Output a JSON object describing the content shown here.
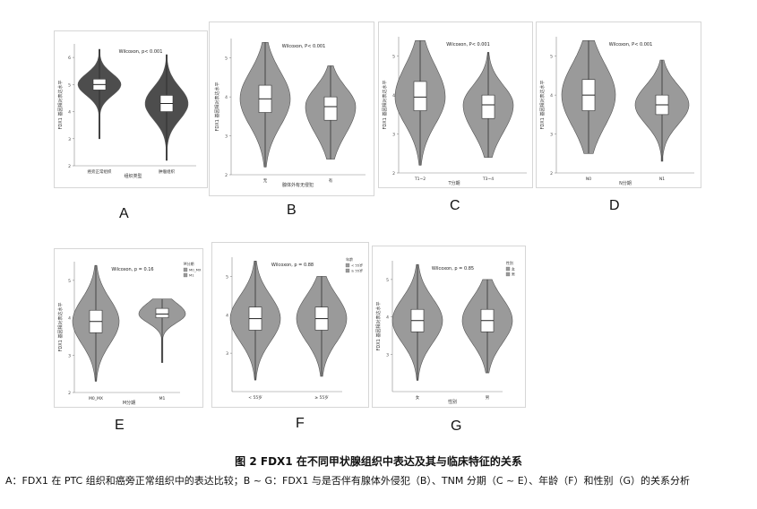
{
  "figure": {
    "title": "图 2    FDX1 在不同甲状腺组织中表达及其与临床特征的关系",
    "description": "A：FDX1 在 PTC 组织和癌旁正常组织中的表达比较；B ~ G：FDX1 与是否伴有腺体外侵犯（B）、TNM 分期（C ~ E）、年龄（F）和性别（G）的关系分析"
  },
  "colors": {
    "dark_violin": "#4d4d4d",
    "grey_violin": "#9a9a9a",
    "box": "#ffffff"
  },
  "chart_data": [
    {
      "panel": "A",
      "type": "violin",
      "ylabel": "FDX1 基因相对表达水平",
      "xlabel": "组织类型",
      "stat": "Wilcoxon, p< 0.001",
      "yticks": [
        "2",
        "3",
        "4",
        "5",
        "6"
      ],
      "ylim": [
        2,
        6.5
      ],
      "categories": [
        "癌旁正常组织",
        "肿瘤组织"
      ],
      "groups": [
        {
          "min": 3.0,
          "q1": 4.8,
          "median": 5.0,
          "q3": 5.2,
          "max": 6.3,
          "shade": "dark"
        },
        {
          "min": 2.2,
          "q1": 4.0,
          "median": 4.3,
          "q3": 4.6,
          "max": 6.1,
          "shade": "dark"
        }
      ]
    },
    {
      "panel": "B",
      "type": "violin",
      "ylabel": "FDX1 基因相对表达水平",
      "xlabel": "腺体外有无侵犯",
      "stat": "Wilcoxon, P< 0.001",
      "yticks": [
        "2",
        "3",
        "4",
        "5"
      ],
      "ylim": [
        2,
        5.5
      ],
      "categories": [
        "无",
        "有"
      ],
      "groups": [
        {
          "min": 2.2,
          "q1": 3.6,
          "median": 3.95,
          "q3": 4.3,
          "max": 5.4,
          "shade": "grey"
        },
        {
          "min": 2.4,
          "q1": 3.4,
          "median": 3.75,
          "q3": 4.0,
          "max": 4.8,
          "shade": "grey"
        }
      ]
    },
    {
      "panel": "C",
      "type": "violin",
      "ylabel": "FDX1 基因相对表达水平",
      "xlabel": "T分期",
      "stat": "Wilcoxon, P< 0.001",
      "yticks": [
        "2",
        "3",
        "4",
        "5"
      ],
      "ylim": [
        2,
        5.5
      ],
      "categories": [
        "T1~2",
        "T3~4"
      ],
      "groups": [
        {
          "min": 2.2,
          "q1": 3.6,
          "median": 3.95,
          "q3": 4.35,
          "max": 5.4,
          "shade": "grey"
        },
        {
          "min": 2.4,
          "q1": 3.4,
          "median": 3.75,
          "q3": 4.0,
          "max": 5.1,
          "shade": "grey"
        }
      ]
    },
    {
      "panel": "D",
      "type": "violin",
      "ylabel": "FDX1 基因相对表达水平",
      "xlabel": "N分期",
      "stat": "Wilcoxon, P< 0.001",
      "yticks": [
        "2",
        "3",
        "4",
        "5"
      ],
      "ylim": [
        2,
        5.5
      ],
      "categories": [
        "N0",
        "N1"
      ],
      "groups": [
        {
          "min": 2.5,
          "q1": 3.6,
          "median": 4.0,
          "q3": 4.4,
          "max": 5.4,
          "shade": "grey"
        },
        {
          "min": 2.3,
          "q1": 3.5,
          "median": 3.75,
          "q3": 4.0,
          "max": 4.9,
          "shade": "grey"
        }
      ]
    },
    {
      "panel": "E",
      "type": "violin",
      "ylabel": "FDX1 基因相对表达水平",
      "xlabel": "M分期",
      "stat": "Wilcoxon, p = 0.16",
      "yticks": [
        "2",
        "3",
        "4",
        "5"
      ],
      "ylim": [
        2,
        5.5
      ],
      "categories": [
        "M0_MX",
        "M1"
      ],
      "legend": {
        "title": "M分期",
        "entries": [
          "M0_MX",
          "M1"
        ]
      },
      "groups": [
        {
          "min": 2.3,
          "q1": 3.6,
          "median": 3.9,
          "q3": 4.2,
          "max": 5.4,
          "shade": "grey"
        },
        {
          "min": 2.8,
          "q1": 4.0,
          "median": 4.1,
          "q3": 4.25,
          "max": 4.5,
          "shade": "grey"
        }
      ]
    },
    {
      "panel": "F",
      "type": "violin",
      "ylabel": "",
      "xlabel": "",
      "stat": "Wilcoxon, p = 0.88",
      "yticks": [
        "3",
        "4",
        "5"
      ],
      "ylim": [
        2,
        5.5
      ],
      "categories": [
        "< 55岁",
        "≥ 55岁"
      ],
      "legend": {
        "title": "年龄",
        "entries": [
          "< 55岁",
          "≥ 55岁"
        ]
      },
      "groups": [
        {
          "min": 2.3,
          "q1": 3.6,
          "median": 3.9,
          "q3": 4.2,
          "max": 5.4,
          "shade": "grey"
        },
        {
          "min": 2.4,
          "q1": 3.6,
          "median": 3.9,
          "q3": 4.2,
          "max": 5.0,
          "shade": "grey"
        }
      ]
    },
    {
      "panel": "G",
      "type": "violin",
      "ylabel": "FDX1 基因相对表达水平",
      "xlabel": "性别",
      "stat": "Wilcoxon, p = 0.85",
      "yticks": [
        "3",
        "4",
        "5"
      ],
      "ylim": [
        2,
        5.5
      ],
      "categories": [
        "女",
        "男"
      ],
      "legend": {
        "title": "性别",
        "entries": [
          "女",
          "男"
        ]
      },
      "groups": [
        {
          "min": 2.3,
          "q1": 3.6,
          "median": 3.9,
          "q3": 4.2,
          "max": 5.4,
          "shade": "grey"
        },
        {
          "min": 2.5,
          "q1": 3.6,
          "median": 3.9,
          "q3": 4.2,
          "max": 5.0,
          "shade": "grey"
        }
      ]
    }
  ],
  "panel_labels": [
    "A",
    "B",
    "C",
    "D",
    "E",
    "F",
    "G"
  ]
}
